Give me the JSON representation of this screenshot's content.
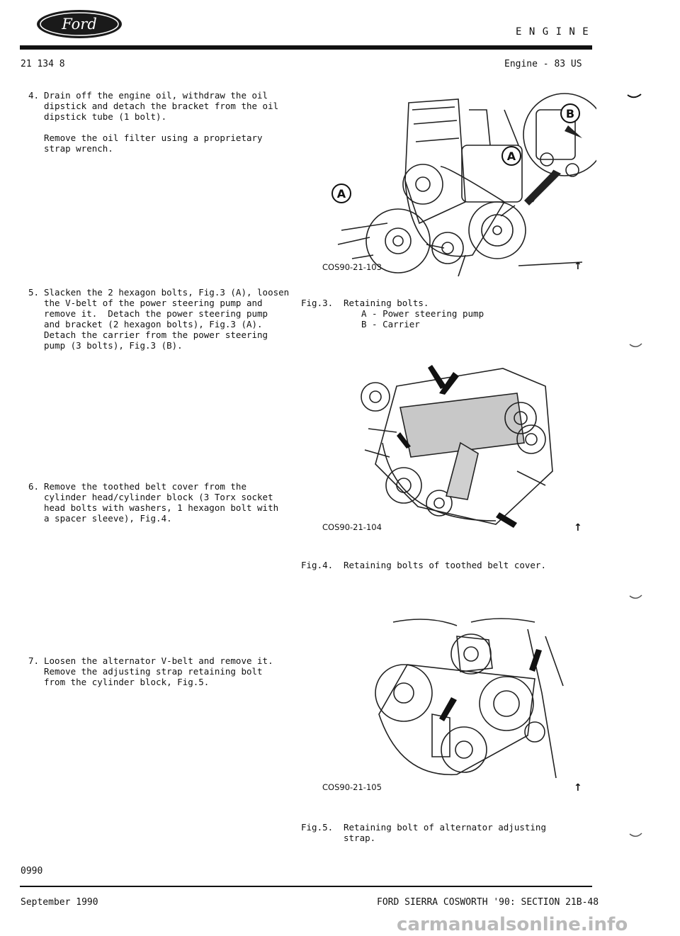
{
  "header": {
    "logo_text": "Ford",
    "section": "E N G I N E",
    "page_ref": "21 134 8",
    "engine": "Engine - 83 US"
  },
  "steps": [
    {
      "num": "4.",
      "text": "Drain off the engine oil, withdraw the oil\ndipstick and detach the bracket from the oil\ndipstick tube (1 bolt).",
      "extra": "Remove the oil filter using a proprietary\nstrap wrench."
    },
    {
      "num": "5.",
      "text": "Slacken the 2 hexagon bolts, Fig.3 (A), loosen\nthe V-belt of the power steering pump and\nremove it.  Detach the power steering pump\nand bracket (2 hexagon bolts), Fig.3 (A).\nDetach the carrier from the power steering\npump (3 bolts), Fig.3 (B)."
    },
    {
      "num": "6.",
      "text": "Remove the toothed belt cover from the\ncylinder head/cylinder block (3 Torx socket\nhead bolts with washers, 1 hexagon bolt with\na spacer sleeve), Fig.4."
    },
    {
      "num": "7.",
      "text": "Loosen the alternator V-belt and remove it.\nRemove the adjusting strap retaining bolt\nfrom the cylinder block, Fig.5."
    }
  ],
  "figures": [
    {
      "code": "COS90-21-103",
      "label": "Fig.3.",
      "caption": "Retaining bolts.",
      "legend": [
        "A - Power steering pump",
        "B - Carrier"
      ],
      "callouts": [
        "A",
        "A",
        "B"
      ]
    },
    {
      "code": "COS90-21-104",
      "label": "Fig.4.",
      "caption": "Retaining bolts of toothed belt cover.",
      "legend": []
    },
    {
      "code": "COS90-21-105",
      "label": "Fig.5.",
      "caption": "Retaining bolt of alternator adjusting\nstrap.",
      "legend": []
    }
  ],
  "footer": {
    "code": "0990",
    "date": "September 1990",
    "title": "FORD SIERRA COSWORTH '90: SECTION 21B-48"
  },
  "watermark": "carmanualsonline.info",
  "colors": {
    "ink": "#111111",
    "logo_fill": "#1a1a1a",
    "watermark": "#b9b9b9"
  }
}
